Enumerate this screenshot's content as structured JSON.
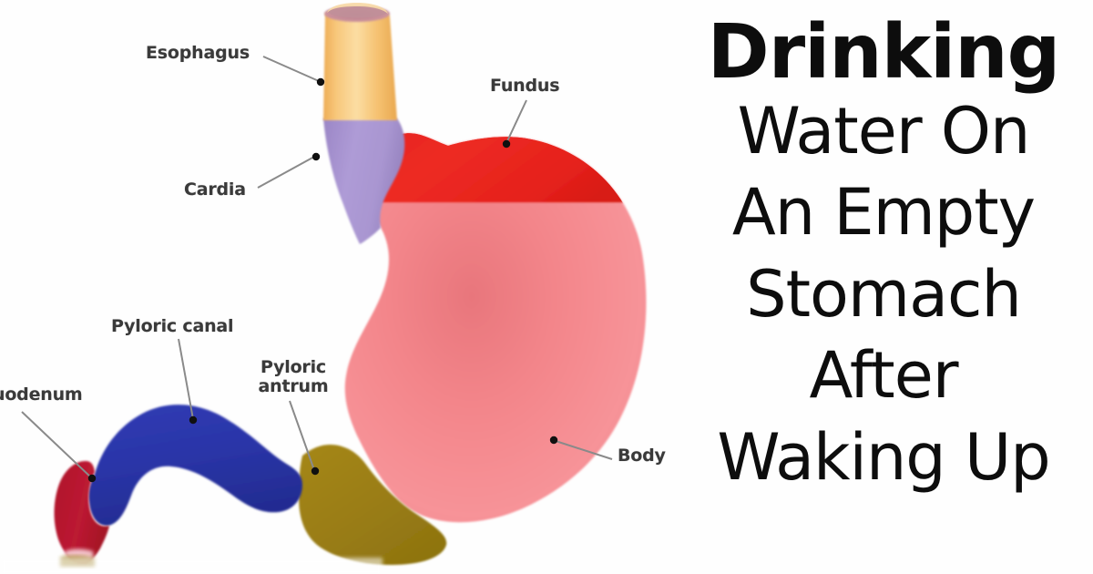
{
  "headline": {
    "lines": [
      {
        "text": "Drinking",
        "weight": "bold"
      },
      {
        "text": "Water On",
        "weight": "regular"
      },
      {
        "text": "An Empty",
        "weight": "regular"
      },
      {
        "text": "Stomach",
        "weight": "regular"
      },
      {
        "text": "After",
        "weight": "regular"
      },
      {
        "text": "Waking Up",
        "weight": "regular"
      }
    ],
    "full_text": "Drinking Water On An Empty Stomach After Waking Up",
    "color": "#0d0d0d"
  },
  "diagram": {
    "title": "stomach-anatomy-diagram",
    "background": "#fefefe",
    "labels": [
      {
        "id": "esophagus",
        "text": "Esophagus",
        "color": "#3a3a3a"
      },
      {
        "id": "fundus",
        "text": "Fundus",
        "color": "#3a3a3a"
      },
      {
        "id": "cardia",
        "text": "Cardia",
        "color": "#3a3a3a"
      },
      {
        "id": "pyloric-canal",
        "text": "Pyloric canal",
        "color": "#3a3a3a"
      },
      {
        "id": "pyloric-antrum",
        "text": "Pyloric\nantrum",
        "line1": "Pyloric",
        "line2": "antrum",
        "color": "#3a3a3a"
      },
      {
        "id": "duodenum",
        "text": "uodenum",
        "note_clipped": "Duodenum",
        "color": "#3a3a3a"
      },
      {
        "id": "body",
        "text": "Body",
        "color": "#3a3a3a"
      }
    ],
    "regions": [
      {
        "id": "esophagus",
        "label": "Esophagus",
        "color": "#F6C373"
      },
      {
        "id": "esophagus-lumen",
        "label": "Esophagus lumen",
        "color": "#C98E98"
      },
      {
        "id": "cardia",
        "label": "Cardia",
        "color": "#A793CE"
      },
      {
        "id": "fundus",
        "label": "Fundus",
        "color": "#E8231F"
      },
      {
        "id": "body",
        "label": "Body",
        "color": "#F4878A"
      },
      {
        "id": "pyloric-antrum",
        "label": "Pyloric antrum",
        "color": "#9A7D14"
      },
      {
        "id": "pyloric-canal",
        "label": "Pyloric canal",
        "color": "#2A35A8"
      },
      {
        "id": "duodenum",
        "label": "Duodenum",
        "color": "#B8172F"
      }
    ],
    "leader_line_color": "#8a8a8a",
    "dot_color": "#101010"
  }
}
